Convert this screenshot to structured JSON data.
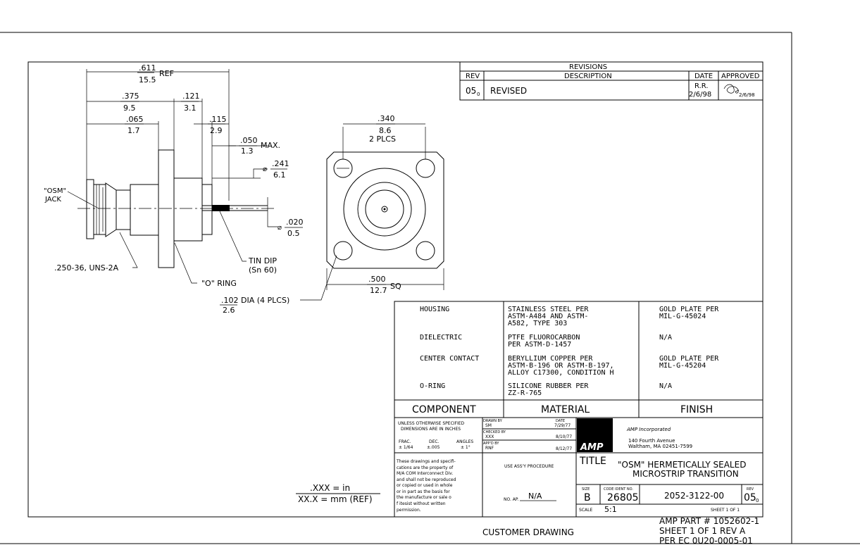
{
  "dimensions": {
    "overall_ref": {
      "in": ".611",
      "mm": "15.5",
      "suffix": "REF"
    },
    "body_len": {
      "in": ".375",
      "mm": "9.5"
    },
    "flange_to_end": {
      "in": ".121",
      "mm": "3.1"
    },
    "thread_len": {
      "in": ".065",
      "mm": "1.7"
    },
    "pin_len": {
      "in": ".115",
      "mm": "2.9"
    },
    "pin_max": {
      "in": ".050",
      "mm": "1.3",
      "suffix": "MAX."
    },
    "dia_241": {
      "prefix": "⌀",
      "in": ".241",
      "mm": "6.1"
    },
    "dia_020": {
      "prefix": "⌀",
      "in": ".020",
      "mm": "0.5"
    },
    "hole_spacing": {
      "in": ".340",
      "mm": "8.6",
      "suffix": "2 PLCS"
    },
    "square": {
      "in": ".500",
      "mm": "12.7",
      "suffix": "SQ"
    },
    "hole_dia": {
      "in": ".102",
      "mm": "2.6",
      "suffix": "DIA (4 PLCS)"
    }
  },
  "callouts": {
    "osm_jack_1": "\"OSM\"",
    "osm_jack_2": "JACK",
    "thread": ".250-36, UNS-2A",
    "o_ring": "\"O\" RING",
    "tin_dip_1": "TIN DIP",
    "tin_dip_2": "(Sn 60)"
  },
  "revisions": {
    "title": "REVISIONS",
    "col_rev": "REV",
    "col_desc": "DESCRIPTION",
    "col_date": "DATE",
    "col_approved": "APPROVED",
    "rev": "05",
    "rev_sub": "0",
    "description": "REVISED",
    "date_line1": "R.R.",
    "date_line2": "2/6/98",
    "approved_date": "2/6/98"
  },
  "bom": {
    "rows": [
      {
        "component": "HOUSING",
        "material": [
          "STAINLESS STEEL PER",
          "ASTM-A484 AND ASTM-",
          "A582, TYPE 303"
        ],
        "finish": [
          "GOLD PLATE PER",
          "MIL-G-45024"
        ]
      },
      {
        "component": "DIELECTRIC",
        "material": [
          "PTFE FLUOROCARBON",
          "PER ASTM-D-1457"
        ],
        "finish": [
          "N/A"
        ]
      },
      {
        "component": "CENTER CONTACT",
        "material": [
          "BERYLLIUM COPPER PER",
          "ASTM-B-196 OR ASTM-B-197,",
          "ALLOY C17300, CONDITION H"
        ],
        "finish": [
          "GOLD PLATE PER",
          "MIL-G-45204"
        ]
      },
      {
        "component": "O-RING",
        "material": [
          "SILICONE RUBBER PER",
          "ZZ-R-765"
        ],
        "finish": [
          "N/A"
        ]
      }
    ],
    "header_component": "COMPONENT",
    "header_material": "MATERIAL",
    "header_finish": "FINISH"
  },
  "title_block": {
    "tolerance_1": "UNLESS OTHERWISE SPECIFIED",
    "tolerance_2": "DIMENSIONS ARE IN INCHES",
    "frac_label": "FRAC.",
    "frac_val": "± 1/64",
    "dec_label": "DEC.",
    "dec_val": "±.005",
    "ang_label": "ANGLES",
    "ang_val": "± 1°",
    "drawn_by_label": "DRAWN BY",
    "drawn_by": "SM",
    "drawn_date_label": "DATE",
    "drawn_date": "7/29/77",
    "checked_label": "CHECKED BY",
    "checked_by": "XXX",
    "checked_date": "8/10/77",
    "appd_label_1": "APP'D BY",
    "appd_by": "RNF",
    "appd_date": "8/12/77",
    "company": "AMP Incorporated",
    "address_1": "140 Fourth Avenue",
    "address_2": "Waltham, MA 02451-7599",
    "logo": "AMP",
    "notice": [
      "These drawings and specifi-",
      "cations are the property of",
      "M/A COM Interconnect Div.",
      "and shall not be reproduced",
      "or copied or used in whole",
      "or in part as the basis for",
      "the manufacture or sale o",
      "f itesist without written",
      "permission."
    ],
    "use_assy": "USE ASS'Y PROCEDURE",
    "no_ap_label": "NO. AP.",
    "no_ap_value": "N/A",
    "title_label": "TITLE",
    "title_line1": "\"OSM\" HERMETICALLY SEALED",
    "title_line2": "MICROSTRIP TRANSITION",
    "size_label": "SIZE",
    "size": "B",
    "code_label": "CODE IDENT NO.",
    "code": "26805",
    "drawing_no": "2052-3122-00",
    "rev_label": "REV",
    "rev": "05",
    "rev_sub": "0",
    "scale_label": "SCALE",
    "scale": "5:1",
    "sheet": "SHEET 1 OF 1"
  },
  "units_note": {
    "line1": ".XXX = in",
    "line2": "XX.X = mm (REF)"
  },
  "footer": {
    "customer_drawing": "CUSTOMER DRAWING",
    "amp_part": "AMP PART # 1052602-1",
    "sheet_rev": "SHEET 1 OF 1 REV A",
    "per_ec": "PER EC 0U20-0005-01"
  }
}
